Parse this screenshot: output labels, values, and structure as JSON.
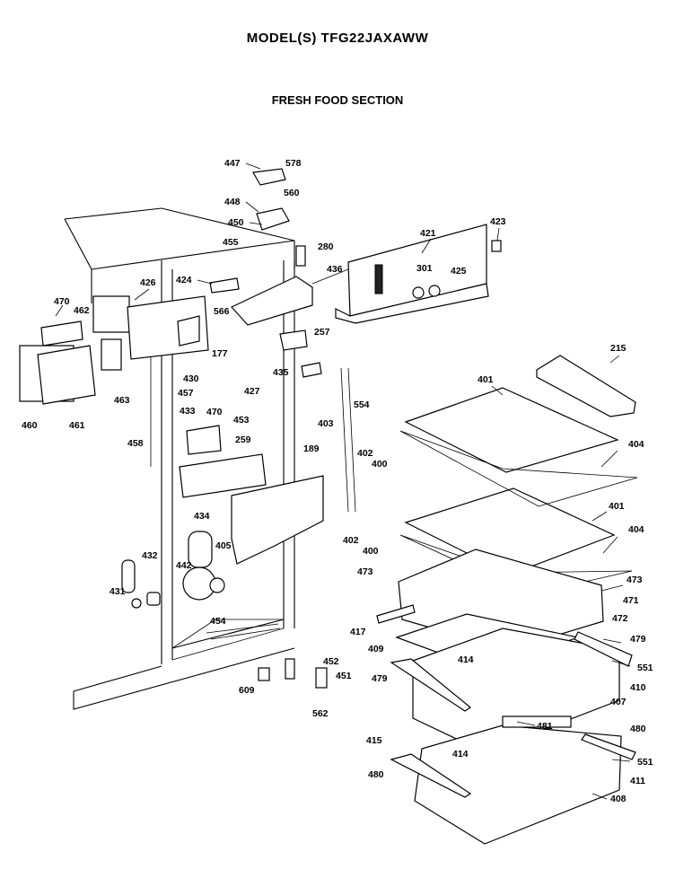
{
  "header": {
    "title": "MODEL(S) TFG22JAXAWW",
    "subtitle": "FRESH FOOD SECTION"
  },
  "labels": [
    "447",
    "578",
    "448",
    "560",
    "450",
    "423",
    "421",
    "280",
    "455",
    "436",
    "301",
    "425",
    "470",
    "426",
    "424",
    "462",
    "566",
    "257",
    "215",
    "177",
    "460",
    "461",
    "463",
    "430",
    "427",
    "435",
    "470",
    "401",
    "457",
    "554",
    "433",
    "453",
    "403",
    "458",
    "259",
    "189",
    "402",
    "400",
    "404",
    "434",
    "401",
    "405",
    "402",
    "400",
    "404",
    "432",
    "473",
    "442",
    "473",
    "431",
    "471",
    "417",
    "472",
    "454",
    "479",
    "409",
    "414",
    "452",
    "451",
    "609",
    "479",
    "551",
    "407",
    "410",
    "562",
    "481",
    "480",
    "415",
    "414",
    "551",
    "480",
    "411",
    "408"
  ]
}
